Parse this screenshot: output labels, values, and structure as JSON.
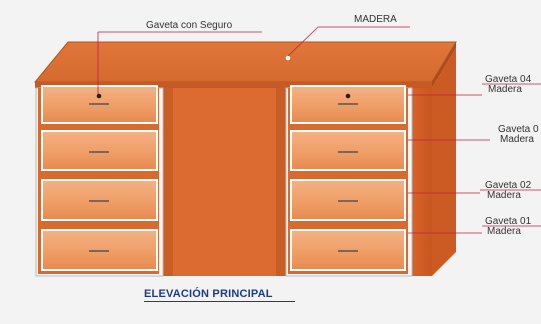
{
  "labels": {
    "gaveta_seguro": "Gaveta con Seguro",
    "madera": "MADERA",
    "gaveta04": "Gaveta 04",
    "gaveta04_material": "Madera",
    "gaveta03": "Gaveta 0",
    "gaveta03_material": "Madera",
    "gaveta02": "Gaveta 02",
    "gaveta02_material": "Madera",
    "gaveta01": "Gaveta 01",
    "gaveta01_material": "Madera"
  },
  "title": "ELEVACIÓN PRINCIPAL",
  "colors": {
    "wood_dark": "#d86a2e",
    "wood_light": "#f2a574",
    "wood_mid": "#e98446",
    "frame_light": "#f6f6f6",
    "leader": "#c02040",
    "title_blue": "#1f3a8a"
  }
}
